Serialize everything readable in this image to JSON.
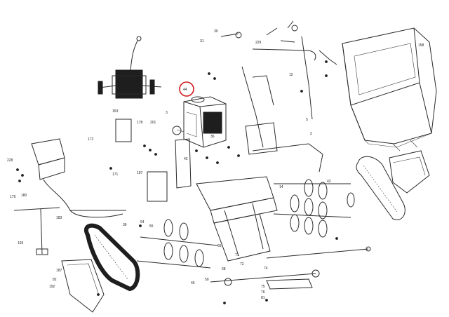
{
  "diagram": {
    "callout_labels": [
      {
        "id": "c1",
        "text": "228"
      },
      {
        "id": "c2",
        "text": "179"
      },
      {
        "id": "c3",
        "text": "180"
      },
      {
        "id": "c4",
        "text": "183"
      },
      {
        "id": "c5",
        "text": "193"
      },
      {
        "id": "c6",
        "text": "187"
      },
      {
        "id": "c7",
        "text": "192"
      },
      {
        "id": "c8",
        "text": "172"
      },
      {
        "id": "c9",
        "text": "178"
      },
      {
        "id": "c10",
        "text": "201"
      },
      {
        "id": "c11",
        "text": "153"
      },
      {
        "id": "c12",
        "text": "197"
      },
      {
        "id": "c13",
        "text": "171"
      },
      {
        "id": "c14",
        "text": "3"
      },
      {
        "id": "c15",
        "text": "36"
      },
      {
        "id": "c16",
        "text": "54"
      },
      {
        "id": "c17",
        "text": "55"
      },
      {
        "id": "c18",
        "text": "158"
      },
      {
        "id": "c19",
        "text": "45"
      },
      {
        "id": "c20",
        "text": "50"
      },
      {
        "id": "c21",
        "text": "68"
      },
      {
        "id": "c22",
        "text": "65"
      },
      {
        "id": "c23",
        "text": "71"
      },
      {
        "id": "c24",
        "text": "72"
      },
      {
        "id": "c25",
        "text": "14"
      },
      {
        "id": "c26",
        "text": "2"
      },
      {
        "id": "c27",
        "text": "5"
      },
      {
        "id": "c28",
        "text": "30"
      },
      {
        "id": "c29",
        "text": "31"
      },
      {
        "id": "c30",
        "text": "229"
      },
      {
        "id": "c31",
        "text": "12"
      },
      {
        "id": "c32",
        "text": "43"
      },
      {
        "id": "c33",
        "text": "74"
      },
      {
        "id": "c34",
        "text": "75"
      },
      {
        "id": "c35",
        "text": "76"
      },
      {
        "id": "c36",
        "text": "81"
      },
      {
        "id": "c37",
        "text": "82"
      },
      {
        "id": "c38",
        "text": "36"
      },
      {
        "id": "c39",
        "text": "42"
      }
    ],
    "highlighted_callout": {
      "text": "44"
    }
  }
}
